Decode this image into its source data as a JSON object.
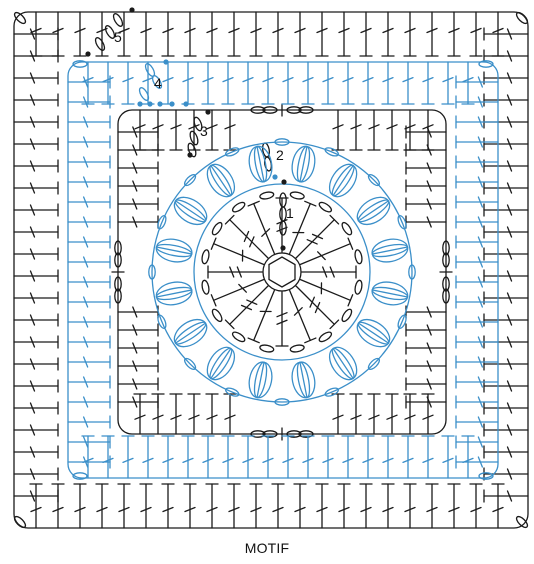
{
  "diagram": {
    "caption": "MOTIF",
    "round_labels": [
      "1",
      "2",
      "3",
      "4",
      "5"
    ],
    "colors": {
      "ink": "#1a1a1a",
      "accent": "#3b8fc9",
      "paper": "#ffffff"
    }
  }
}
